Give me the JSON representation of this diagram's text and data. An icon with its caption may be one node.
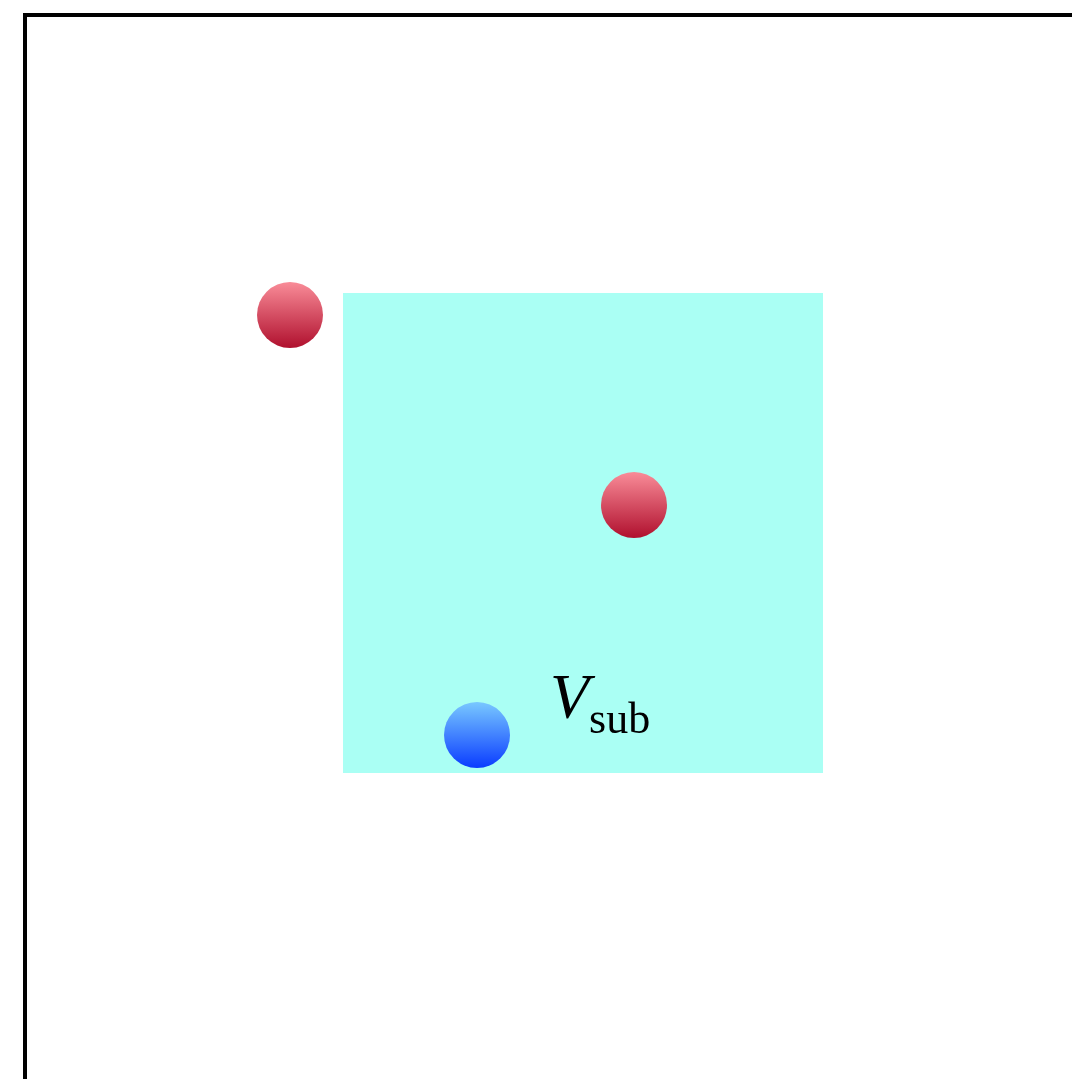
{
  "diagram": {
    "nodes": [
      {
        "text": [
          "*V*$_{sub}$"
        ]
      },
      {
        "text": [],
        "shape": "circle"
      },
      {
        "text": [],
        "shape": "circle",
        "in": 0
      },
      {
        "text": [],
        "shape": "circle",
        "in": 0
      }
    ]
  }
}
